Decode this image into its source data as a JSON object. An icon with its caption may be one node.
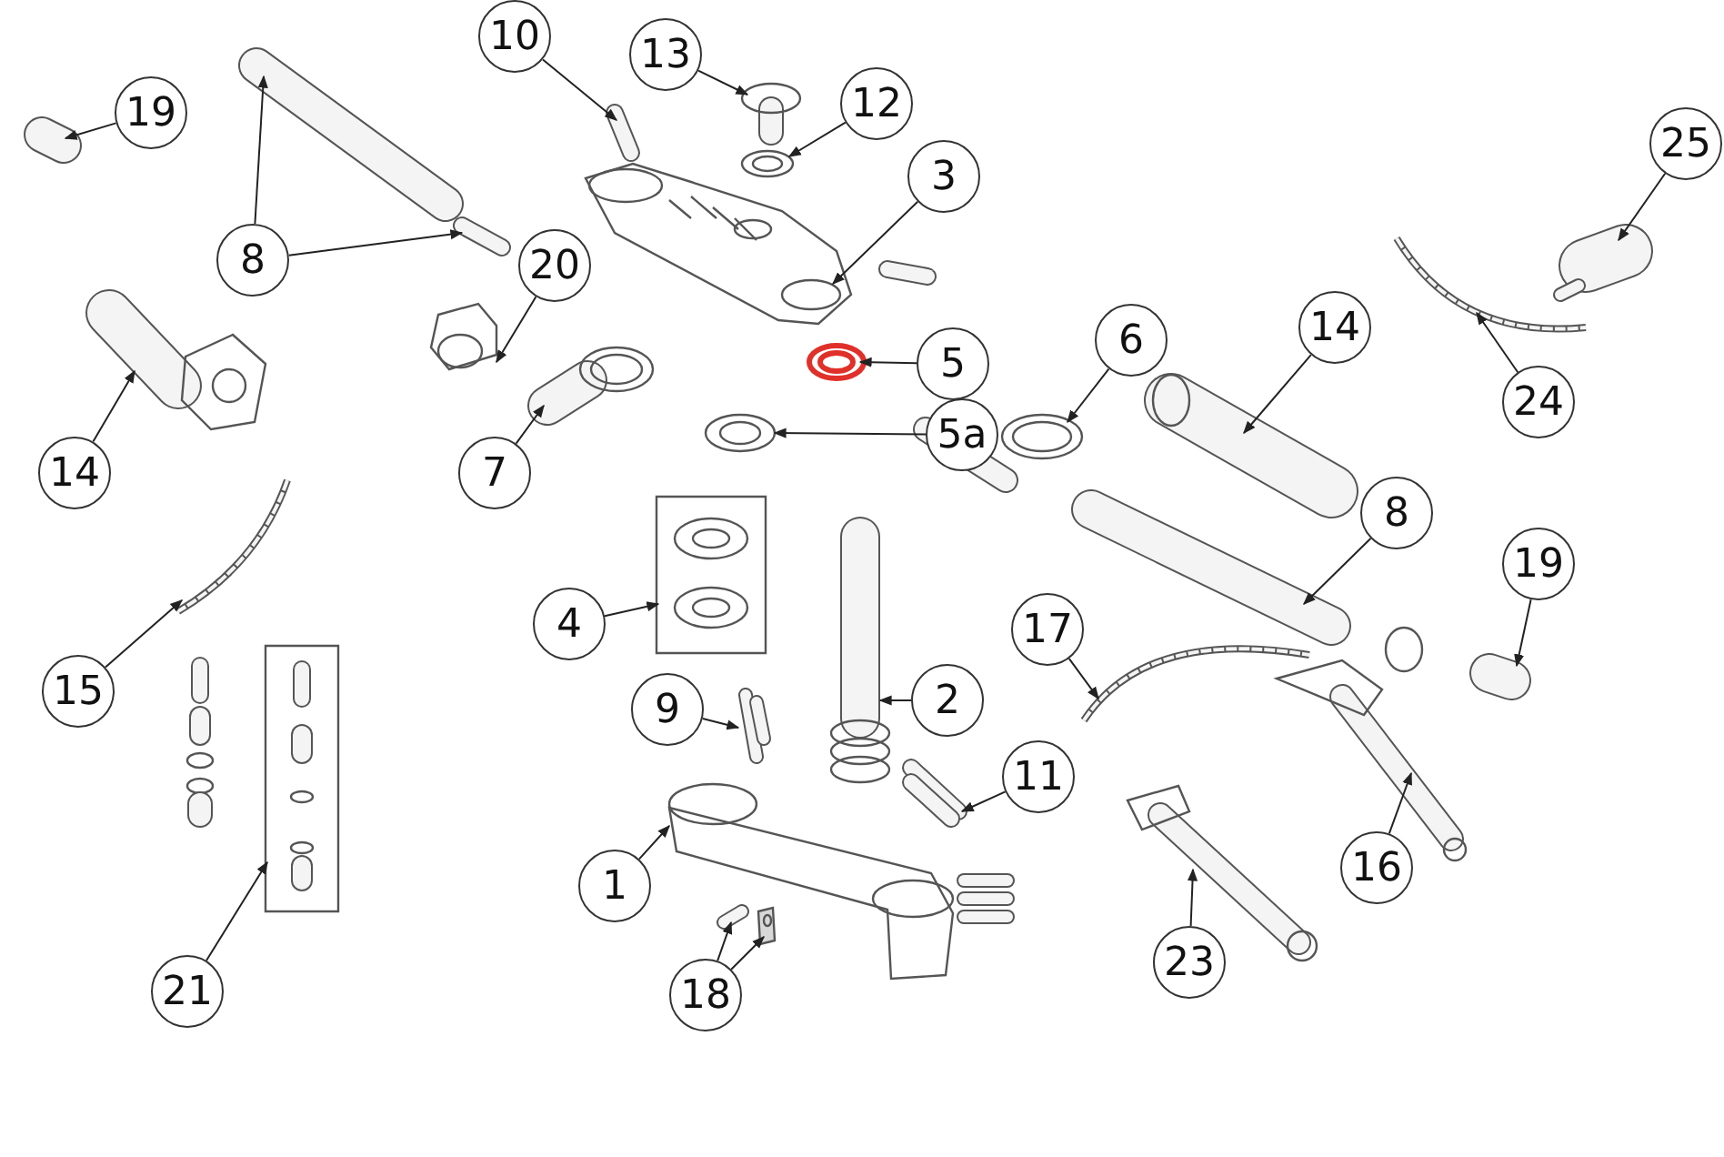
{
  "diagram": {
    "nodes": [
      {
        "text": [
          "10"
        ]
      },
      {
        "text": [],
        "shape": "picture"
      },
      {
        "text": [
          "13"
        ]
      },
      {
        "text": [],
        "shape": "picture"
      },
      {
        "text": [
          "19"
        ]
      },
      {
        "text": [],
        "shape": "picture"
      },
      {
        "text": [
          "12"
        ]
      },
      {
        "text": [],
        "shape": "picture"
      },
      {
        "text": [
          "25"
        ]
      },
      {
        "text": [],
        "shape": "picture"
      },
      {
        "text": [
          "8"
        ]
      },
      {
        "text": [],
        "shape": "picture"
      },
      {
        "text": [],
        "shape": "picture"
      },
      {
        "text": [
          "3"
        ]
      },
      {
        "text": [],
        "shape": "picture"
      },
      {
        "text": [
          "20"
        ]
      },
      {
        "text": [],
        "shape": "picture"
      },
      {
        "text": [
          "6"
        ]
      },
      {
        "text": [],
        "shape": "picture"
      },
      {
        "text": [
          "14"
        ]
      },
      {
        "text": [],
        "shape": "picture"
      },
      {
        "text": [
          "5"
        ]
      },
      {
        "text": [],
        "shape": "picture"
      },
      {
        "text": [
          "24"
        ]
      },
      {
        "text": [],
        "shape": "picture"
      },
      {
        "text": [
          "5a"
        ]
      },
      {
        "text": [],
        "shape": "picture"
      },
      {
        "text": [
          "7"
        ]
      },
      {
        "text": [],
        "shape": "picture"
      },
      {
        "text": [
          "14"
        ]
      },
      {
        "text": [],
        "shape": "picture"
      },
      {
        "text": [
          "8"
        ]
      },
      {
        "text": [],
        "shape": "picture"
      },
      {
        "text": [
          "19"
        ]
      },
      {
        "text": [],
        "shape": "picture"
      },
      {
        "text": [
          "4"
        ]
      },
      {
        "text": [],
        "shape": "picture"
      },
      {
        "text": [
          "17"
        ]
      },
      {
        "text": [],
        "shape": "picture"
      },
      {
        "text": [
          "15"
        ]
      },
      {
        "text": [],
        "shape": "picture"
      },
      {
        "text": [
          "9"
        ]
      },
      {
        "text": [],
        "shape": "picture"
      },
      {
        "text": [
          "2"
        ]
      },
      {
        "text": [],
        "shape": "picture"
      },
      {
        "text": [
          "11"
        ]
      },
      {
        "text": [],
        "shape": "picture"
      },
      {
        "text": [
          "16"
        ]
      },
      {
        "text": [],
        "shape": "picture"
      },
      {
        "text": [
          "1"
        ]
      },
      {
        "text": [],
        "shape": "picture"
      },
      {
        "text": [
          "21"
        ]
      },
      {
        "text": [],
        "shape": "picture"
      },
      {
        "text": [
          "23"
        ]
      },
      {
        "text": [],
        "shape": "picture"
      },
      {
        "text": [
          "18"
        ]
      },
      {
        "text": [],
        "shape": "picture"
      },
      {
        "text": [],
        "shape": "picture"
      }
    ],
    "edges": [
      {
        "from": 0,
        "to": 1,
        "arrow": "to"
      },
      {
        "from": 2,
        "to": 3,
        "arrow": "to"
      },
      {
        "from": 4,
        "to": 5,
        "arrow": "to"
      },
      {
        "from": 6,
        "to": 7,
        "arrow": "to"
      },
      {
        "from": 8,
        "to": 9,
        "arrow": "to"
      },
      {
        "from": 10,
        "to": 11,
        "arrow": "to"
      },
      {
        "from": 10,
        "to": 12,
        "arrow": "to"
      },
      {
        "from": 13,
        "to": 14,
        "arrow": "to"
      },
      {
        "from": 15,
        "to": 16,
        "arrow": "to"
      },
      {
        "from": 17,
        "to": 18,
        "arrow": "to"
      },
      {
        "from": 19,
        "to": 20,
        "arrow": "to"
      },
      {
        "from": 21,
        "to": 22,
        "arrow": "to"
      },
      {
        "from": 23,
        "to": 24,
        "arrow": "to"
      },
      {
        "from": 25,
        "to": 26,
        "arrow": "to"
      },
      {
        "from": 27,
        "to": 28,
        "arrow": "to"
      },
      {
        "from": 29,
        "to": 30,
        "arrow": "to"
      },
      {
        "from": 31,
        "to": 32,
        "arrow": "to"
      },
      {
        "from": 33,
        "to": 34,
        "arrow": "to"
      },
      {
        "from": 35,
        "to": 36,
        "arrow": "to"
      },
      {
        "from": 37,
        "to": 38,
        "arrow": "to"
      },
      {
        "from": 39,
        "to": 40,
        "arrow": "to"
      },
      {
        "from": 41,
        "to": 42,
        "arrow": "to"
      },
      {
        "from": 43,
        "to": 44,
        "arrow": "to"
      },
      {
        "from": 45,
        "to": 46,
        "arrow": "to"
      },
      {
        "from": 47,
        "to": 48,
        "arrow": "to"
      },
      {
        "from": 49,
        "to": 50,
        "arrow": "to"
      },
      {
        "from": 51,
        "to": 52,
        "arrow": "to"
      },
      {
        "from": 53,
        "to": 54,
        "arrow": "to"
      },
      {
        "from": 55,
        "to": 56,
        "arrow": "to"
      },
      {
        "from": 55,
        "to": 57,
        "arrow": "to"
      }
    ]
  }
}
